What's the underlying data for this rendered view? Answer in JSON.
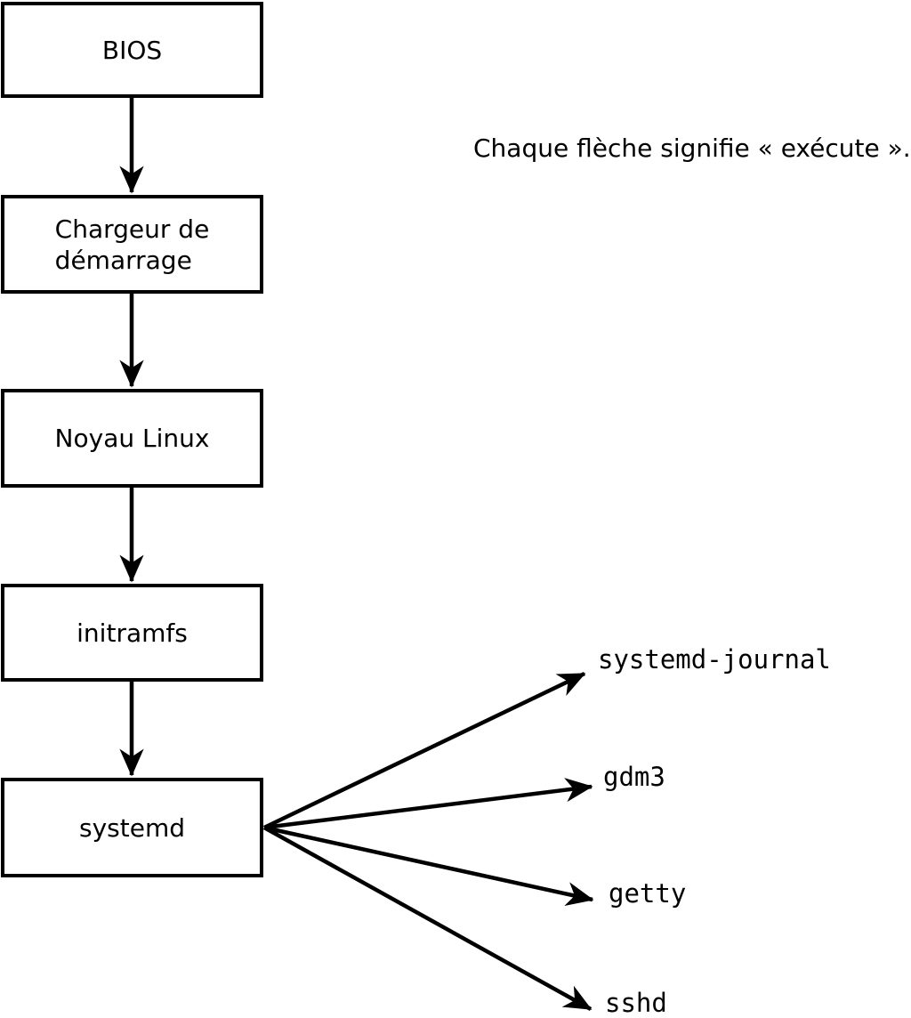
{
  "diagram": {
    "caption": "Chaque flèche signifie « exécute ».",
    "nodes": [
      {
        "id": "bios",
        "label": "BIOS"
      },
      {
        "id": "bootloader",
        "label": "Chargeur de\ndémarrage"
      },
      {
        "id": "kernel",
        "label": "Noyau Linux"
      },
      {
        "id": "initramfs",
        "label": "initramfs"
      },
      {
        "id": "systemd",
        "label": "systemd"
      }
    ],
    "processes": [
      {
        "id": "systemd-journal",
        "label": "systemd-journal"
      },
      {
        "id": "gdm3",
        "label": "gdm3"
      },
      {
        "id": "getty",
        "label": "getty"
      },
      {
        "id": "sshd",
        "label": "sshd"
      }
    ],
    "colors": {
      "line": "#000000",
      "box_fill": "#ffffff",
      "text": "#000000",
      "background": "#ffffff"
    }
  }
}
